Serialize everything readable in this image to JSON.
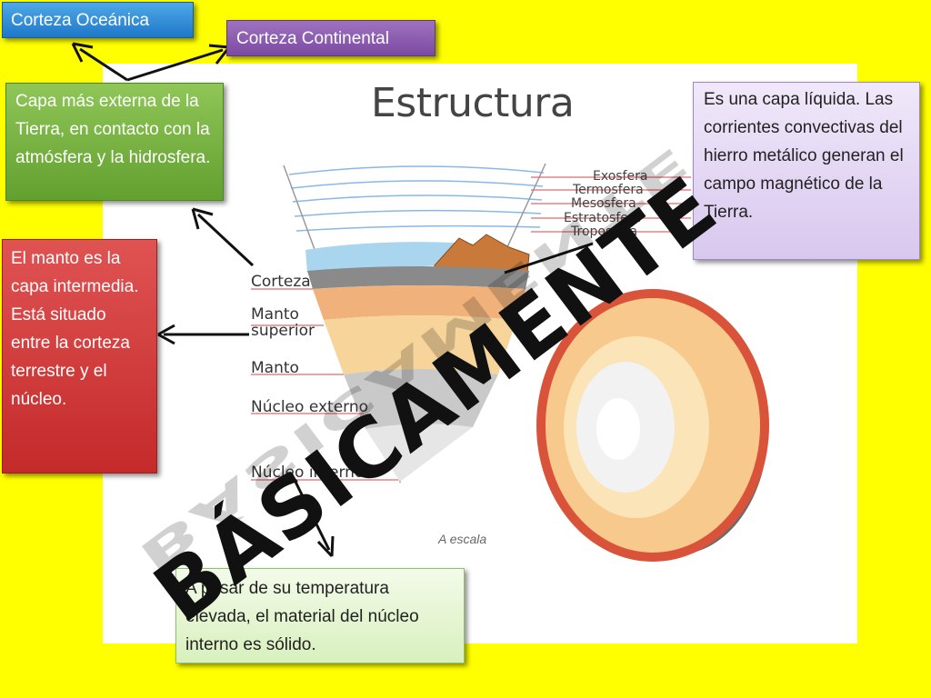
{
  "diagram": {
    "title": "Estructura",
    "scale_note": "A escala",
    "layer_labels": [
      "Corteza",
      "Manto superior",
      "Manto",
      "Núcleo externo",
      "Núcleo interno"
    ],
    "atmosphere_labels": [
      "Exosfera",
      "Termosfera",
      "Mesosfera",
      "Estratosfera",
      "Troposfera"
    ]
  },
  "callouts": {
    "oceanic": "Corteza Oceánica",
    "continental": "Corteza Continental",
    "crust": "Capa más externa de la Tierra, en contacto con la atmósfera y la hidrosfera.",
    "mantle": "El manto es la capa intermedia. Está situado entre la corteza terrestre y el núcleo.",
    "outer_core": "Es una capa líquida. Las corrientes convectivas del hierro metálico generan el campo magnético de la Tierra.",
    "inner_core": "A pesar de su temperatura elevada, el material del núcleo interno es sólido."
  },
  "wordmark": "BÁSICAMENTE",
  "colors": {
    "background": "#ffff00",
    "oceanic": "#2b8fdb",
    "continental": "#8a5aad",
    "crust": "#74b443",
    "mantle": "#d43b3b"
  }
}
